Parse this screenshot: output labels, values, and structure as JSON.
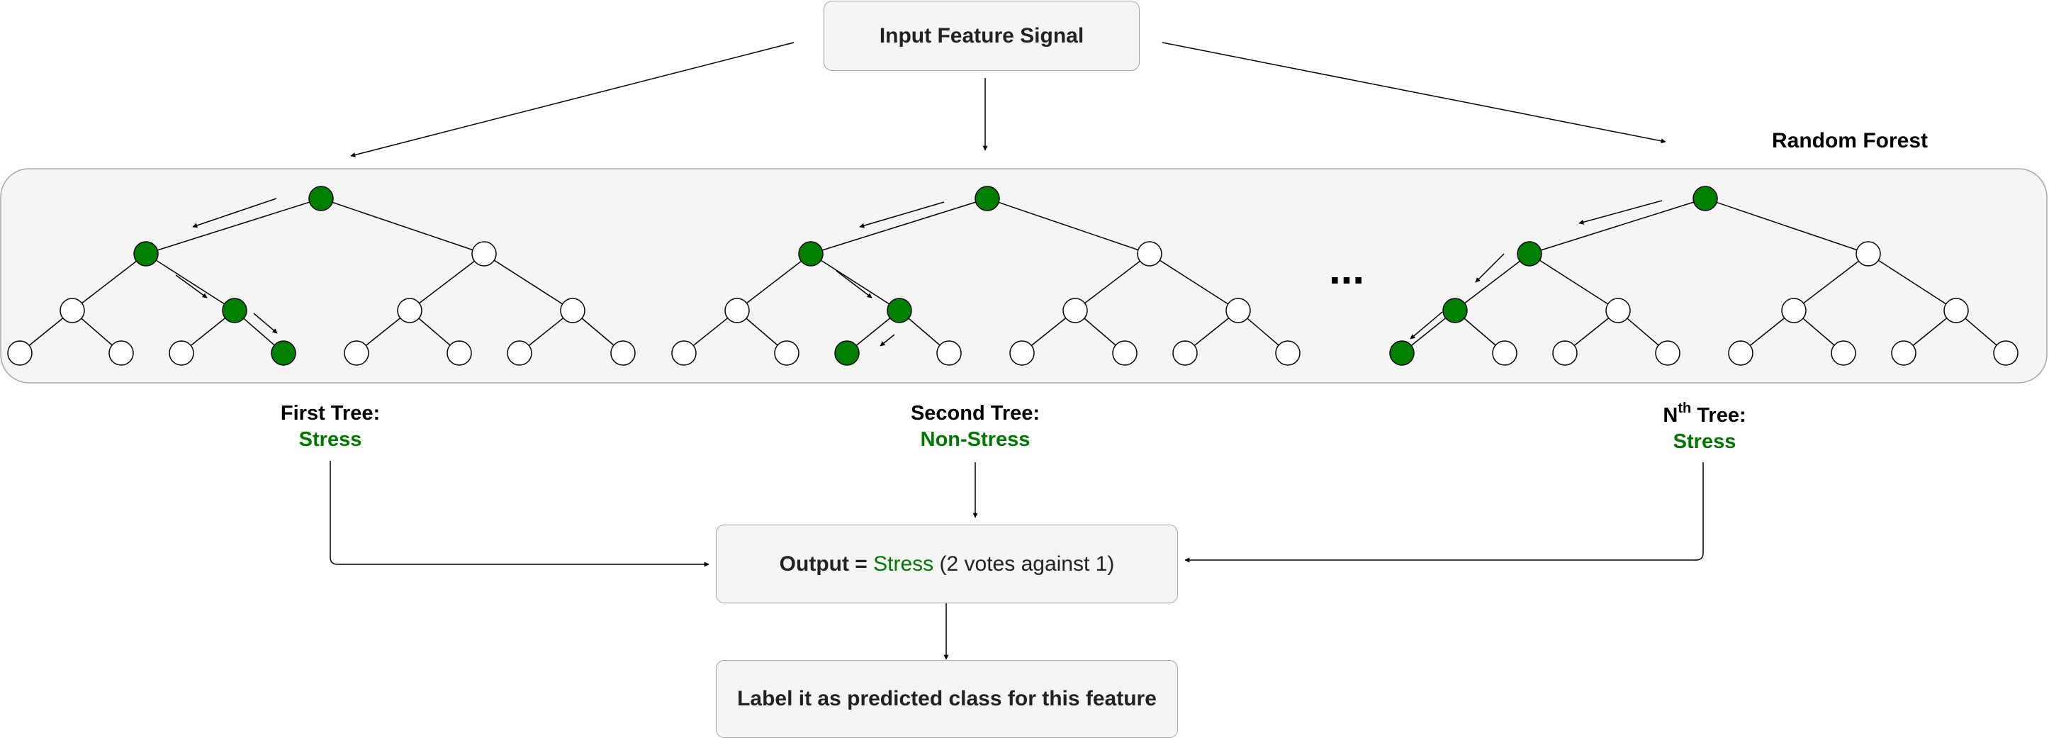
{
  "input_box": {
    "label": "Input Feature Signal"
  },
  "forest_label": "Random Forest",
  "ellipsis": "...",
  "trees": [
    {
      "name": "First Tree:",
      "prediction": "Stress"
    },
    {
      "name": "Second Tree:",
      "prediction": "Non-Stress"
    },
    {
      "name_base": "N",
      "name_sup": "th",
      "name_suffix": " Tree:",
      "prediction": "Stress"
    }
  ],
  "output_box": {
    "prefix": "Output = ",
    "result": "Stress",
    "suffix": " (2 votes against 1)"
  },
  "final_box": {
    "label": "Label it as predicted class for this feature"
  },
  "colors": {
    "active_node": "#008000",
    "inactive_node": "#ffffff",
    "prediction_text": "#007800",
    "panel_fill": "#f5f5f5",
    "panel_border": "#a6a6a6"
  }
}
